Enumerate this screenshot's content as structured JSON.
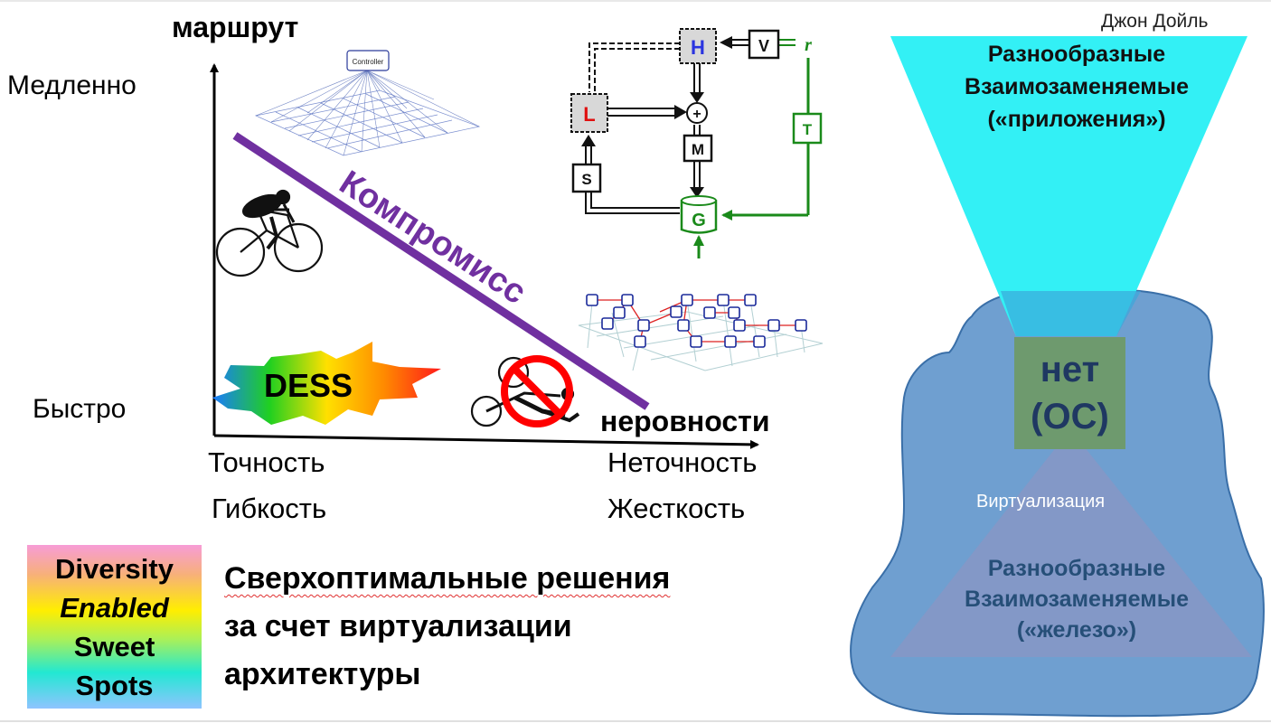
{
  "author": "Джон Дойль",
  "axes": {
    "y_label": "маршрут",
    "x_label": "неровности",
    "slow": "Медленно",
    "fast": "Быстро",
    "precision": "Точность",
    "flexibility": "Гибкость",
    "imprecision": "Неточность",
    "rigidity": "Жесткость"
  },
  "tradeoff_label": "Компромисс",
  "dess_label": "DESS",
  "controller_label": "Controller",
  "control_diagram": {
    "blocks": [
      "H",
      "V",
      "L",
      "M",
      "S",
      "T",
      "G"
    ],
    "plus": "+",
    "r": "r",
    "colors": {
      "H": "#2b35e0",
      "L": "#e01010",
      "green": "#1a8a1a"
    }
  },
  "diversity_box": {
    "lines": [
      "Diversity",
      "Enabled",
      "Sweet",
      "Spots"
    ]
  },
  "main_text": {
    "lines": [
      "Сверхоптимальные решения",
      "за счет виртуализации",
      "архитектуры"
    ]
  },
  "top_cone": {
    "lines": [
      "Разнообразные",
      "Взаимозаменяемые",
      "(«приложения»)"
    ],
    "color": "#33f0f5"
  },
  "os_box": {
    "lines": [
      "нет",
      "(ОС)"
    ]
  },
  "virtualization_label": "Виртуализация",
  "hardware": {
    "lines": [
      "Разнообразные",
      "Взаимозаменяемые",
      "(«железо»)"
    ]
  },
  "colors": {
    "tradeoff": "#7030a0",
    "blob": "#6f9fd0"
  }
}
